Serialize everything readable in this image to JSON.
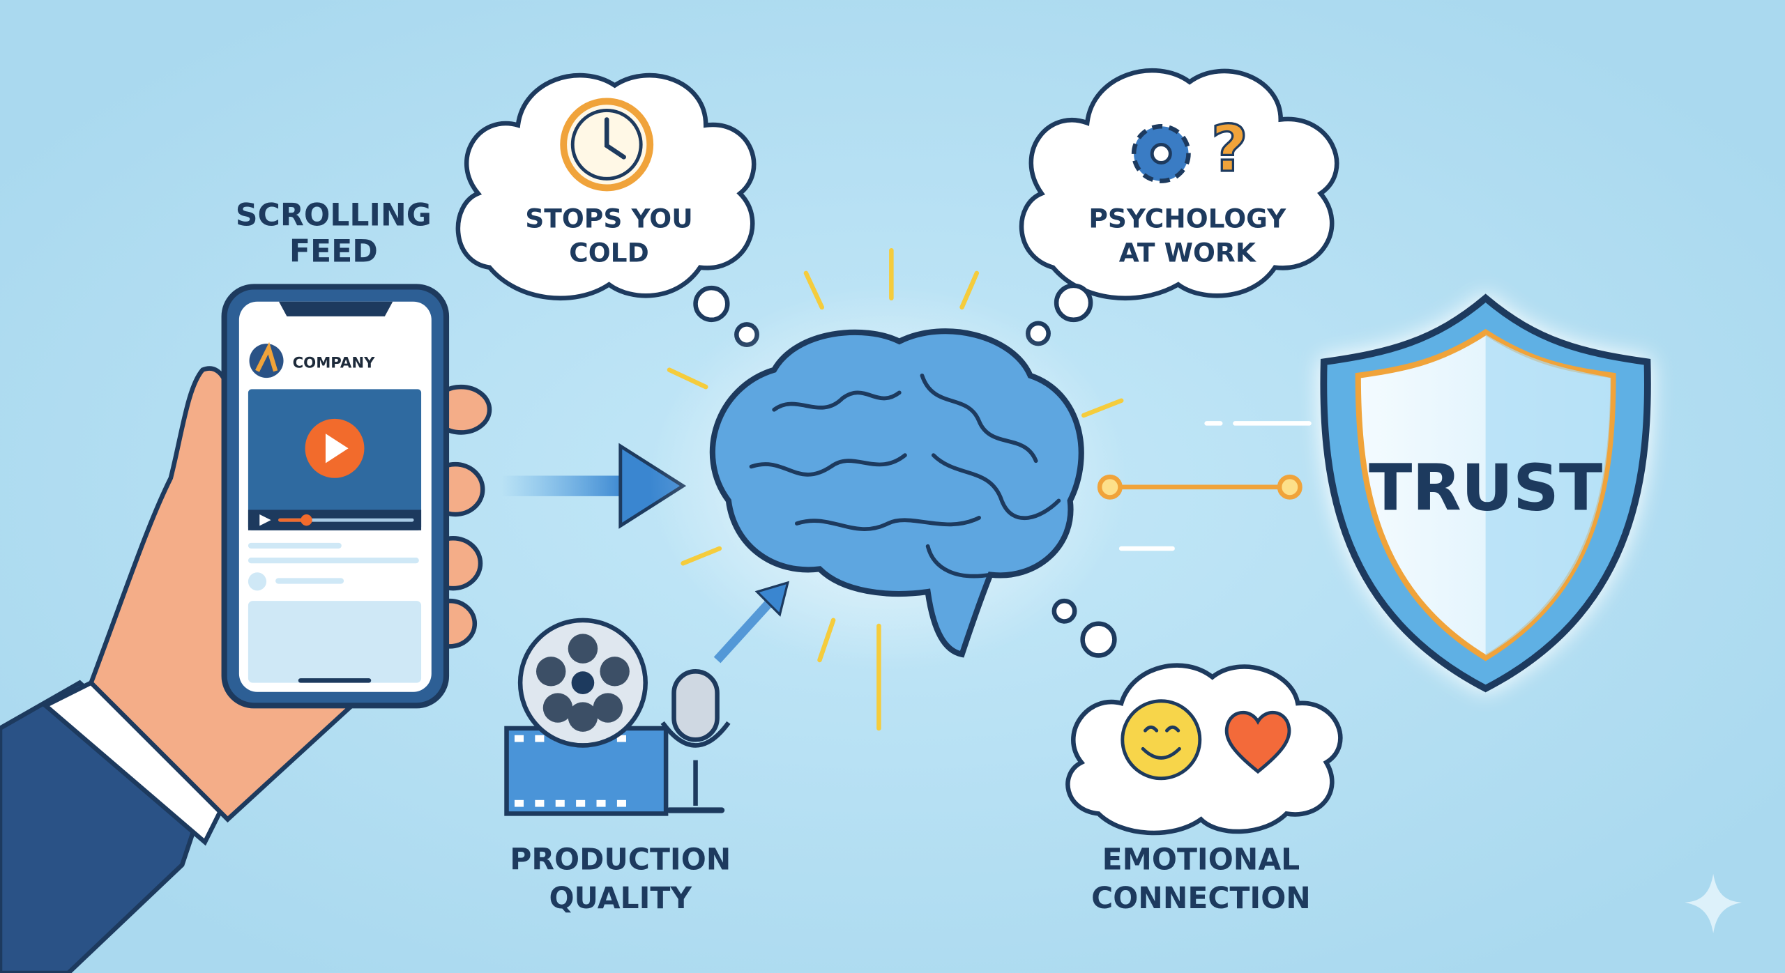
{
  "colors": {
    "background": "#b5e0f3",
    "navy": "#1d3a5e",
    "brain_blue": "#5ea6e0",
    "accent_orange": "#f0a33a",
    "play_orange": "#f26b2c",
    "skin": "#f4ad88"
  },
  "phone": {
    "heading_line1": "SCROLLING",
    "heading_line2": "FEED",
    "company_name": "COMPANY",
    "video_progress_percent": 20
  },
  "thoughts": {
    "attention": {
      "icon": "clock-icon",
      "line1": "STOPS YOU",
      "line2": "COLD"
    },
    "psychology": {
      "icon": "gear-question-icon",
      "line1": "PSYCHOLOGY",
      "line2": "AT WORK"
    },
    "emotion": {
      "icon": "smiley-heart-icon",
      "line1": "EMOTIONAL",
      "line2": "CONNECTION"
    }
  },
  "production": {
    "icon": "film-reel-microphone-icon",
    "line1": "PRODUCTION",
    "line2": "QUALITY"
  },
  "center": {
    "icon": "brain-icon"
  },
  "outcome": {
    "icon": "shield-icon",
    "label": "TRUST"
  }
}
